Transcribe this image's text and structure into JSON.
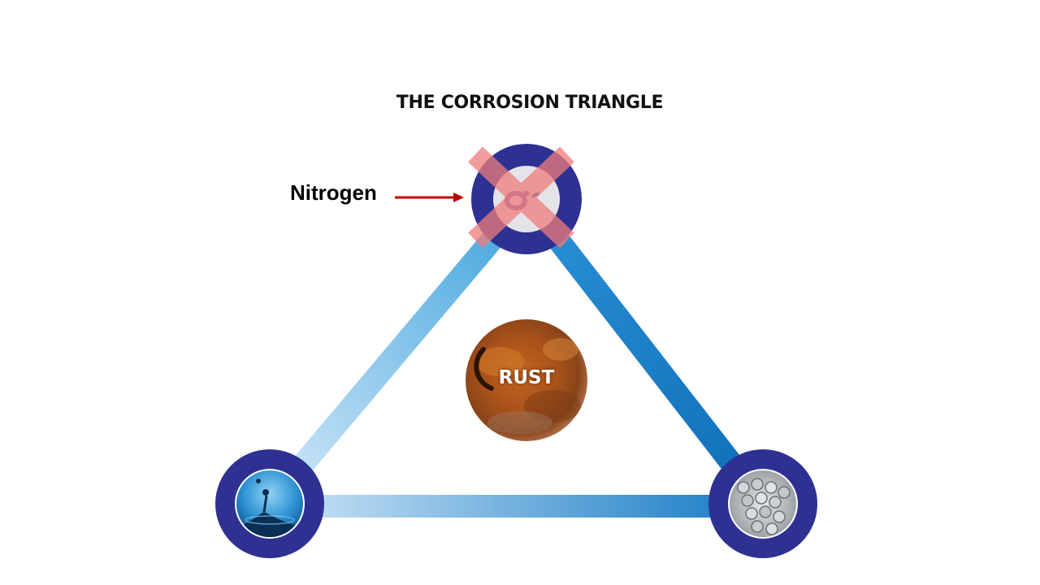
{
  "diagram": {
    "title": "THE CORROSION TRIANGLE",
    "annotation_label": "Nitrogen",
    "center_label": "RUST",
    "nodes": [
      {
        "icon": "oxygen-molecule-icon",
        "state": "crossed-out"
      },
      {
        "icon": "water-drop-icon"
      },
      {
        "icon": "metal-rods-icon"
      }
    ]
  },
  "colors": {
    "node_ring": "#2e3192",
    "edge_light": "#c8e3f6",
    "edge_dark": "#1479c4",
    "cross": "#f08a8a",
    "arrow": "#c00000",
    "rust": "#b5541c"
  }
}
